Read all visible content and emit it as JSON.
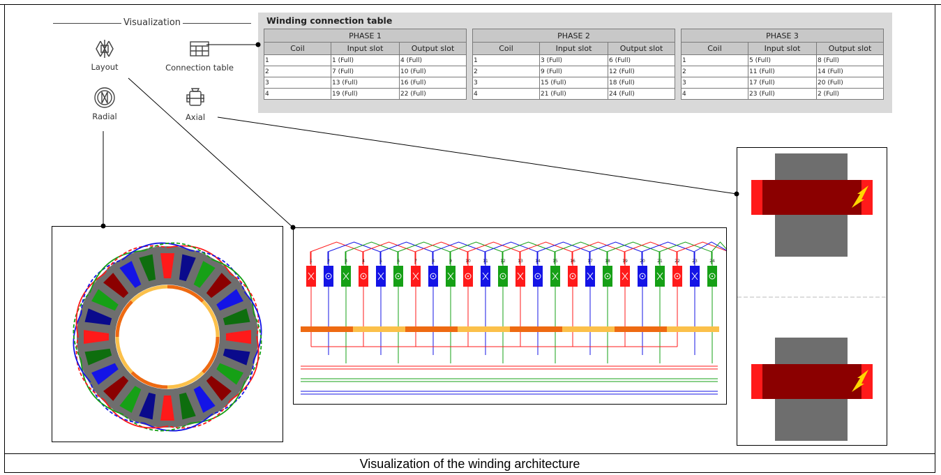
{
  "visualization": {
    "title": "Visualization",
    "tools": [
      {
        "name": "layout",
        "label": "Layout",
        "icon": "layout-icon"
      },
      {
        "name": "connection-table",
        "label": "Connection table",
        "icon": "table-icon"
      },
      {
        "name": "radial",
        "label": "Radial",
        "icon": "radial-icon"
      },
      {
        "name": "axial",
        "label": "Axial",
        "icon": "axial-icon"
      }
    ]
  },
  "table": {
    "title": "Winding connection table",
    "headers": {
      "coil": "Coil",
      "input": "Input slot",
      "output": "Output slot"
    },
    "phases": [
      {
        "name": "PHASE 1",
        "rows": [
          {
            "coil": "1",
            "input": "1 (Full)",
            "output": "4 (Full)"
          },
          {
            "coil": "2",
            "input": "7 (Full)",
            "output": "10 (Full)"
          },
          {
            "coil": "3",
            "input": "13 (Full)",
            "output": "16 (Full)"
          },
          {
            "coil": "4",
            "input": "19 (Full)",
            "output": "22 (Full)"
          }
        ]
      },
      {
        "name": "PHASE 2",
        "rows": [
          {
            "coil": "1",
            "input": "3 (Full)",
            "output": "6 (Full)"
          },
          {
            "coil": "2",
            "input": "9 (Full)",
            "output": "12 (Full)"
          },
          {
            "coil": "3",
            "input": "15 (Full)",
            "output": "18 (Full)"
          },
          {
            "coil": "4",
            "input": "21 (Full)",
            "output": "24 (Full)"
          }
        ]
      },
      {
        "name": "PHASE 3",
        "rows": [
          {
            "coil": "1",
            "input": "5 (Full)",
            "output": "8 (Full)"
          },
          {
            "coil": "2",
            "input": "11 (Full)",
            "output": "14 (Full)"
          },
          {
            "coil": "3",
            "input": "17 (Full)",
            "output": "20 (Full)"
          },
          {
            "coil": "4",
            "input": "23 (Full)",
            "output": "2 (Full)"
          }
        ]
      }
    ]
  },
  "layout": {
    "slot_numbers": [
      "1",
      "2",
      "3",
      "4",
      "5",
      "6",
      "7",
      "8",
      "9",
      "10",
      "11",
      "12",
      "13",
      "14",
      "15",
      "16",
      "17",
      "18",
      "19",
      "20",
      "21",
      "22",
      "23",
      "24"
    ],
    "slot_phases": [
      "red",
      "blue",
      "green",
      "red",
      "blue",
      "green",
      "red",
      "blue",
      "green",
      "red",
      "blue",
      "green",
      "red",
      "blue",
      "green",
      "red",
      "blue",
      "green",
      "red",
      "blue",
      "green",
      "red",
      "blue",
      "green"
    ],
    "slot_symbols": [
      "cross",
      "dot",
      "cross",
      "dot",
      "cross",
      "dot",
      "cross",
      "dot",
      "cross",
      "dot",
      "cross",
      "dot",
      "cross",
      "dot",
      "cross",
      "dot",
      "cross",
      "dot",
      "cross",
      "dot",
      "cross",
      "dot",
      "cross",
      "dot"
    ]
  },
  "colors": {
    "phase_red": "#ff1a1a",
    "phase_blue": "#1414e6",
    "phase_green": "#16a016",
    "dark_red": "#8b0000",
    "orange": "#ee6a12",
    "light_orange": "#fbc04a",
    "stator_gray": "#6e6e6e",
    "panel_gray": "#d9d9d9"
  },
  "caption": "Visualization of the winding architecture"
}
